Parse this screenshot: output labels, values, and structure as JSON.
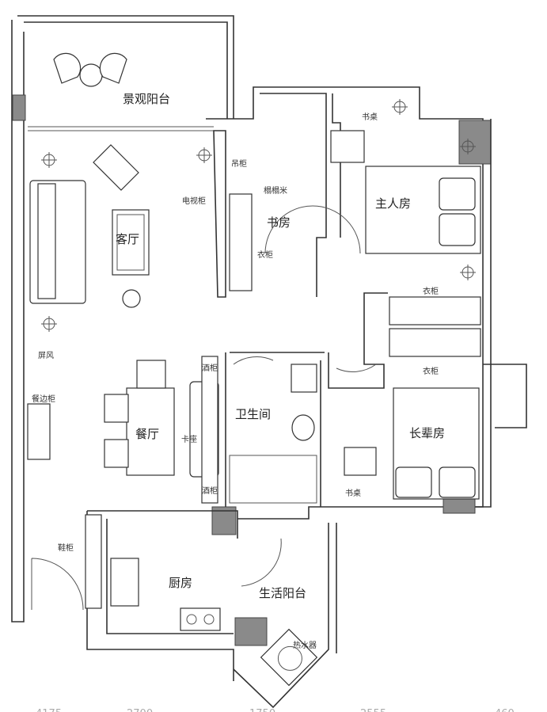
{
  "rooms": {
    "view_balcony": "景观阳台",
    "living_room": "客厅",
    "study": "书房",
    "master_bedroom": "主人房",
    "elder_bedroom": "长辈房",
    "dining_room": "餐厅",
    "bathroom": "卫生间",
    "kitchen": "厨房",
    "utility_balcony": "生活阳台"
  },
  "fixtures": {
    "tv_cabinet": "电视柜",
    "hanging_cabinet": "吊柜",
    "tatami": "榻榻米",
    "study_wardrobe": "衣柜",
    "master_desk": "书桌",
    "wardrobe_upper": "衣柜",
    "wardrobe_lower": "衣柜",
    "elder_desk": "书桌",
    "screen": "屏风",
    "sideboard": "餐边柜",
    "booth_seat": "卡座",
    "wine_cabinet_top": "酒柜",
    "wine_cabinet_bottom": "酒柜",
    "shoe_cabinet": "鞋柜",
    "water_heater": "热水器"
  },
  "dimensions": [
    "4175",
    "2700",
    "1750",
    "2555",
    "460"
  ]
}
